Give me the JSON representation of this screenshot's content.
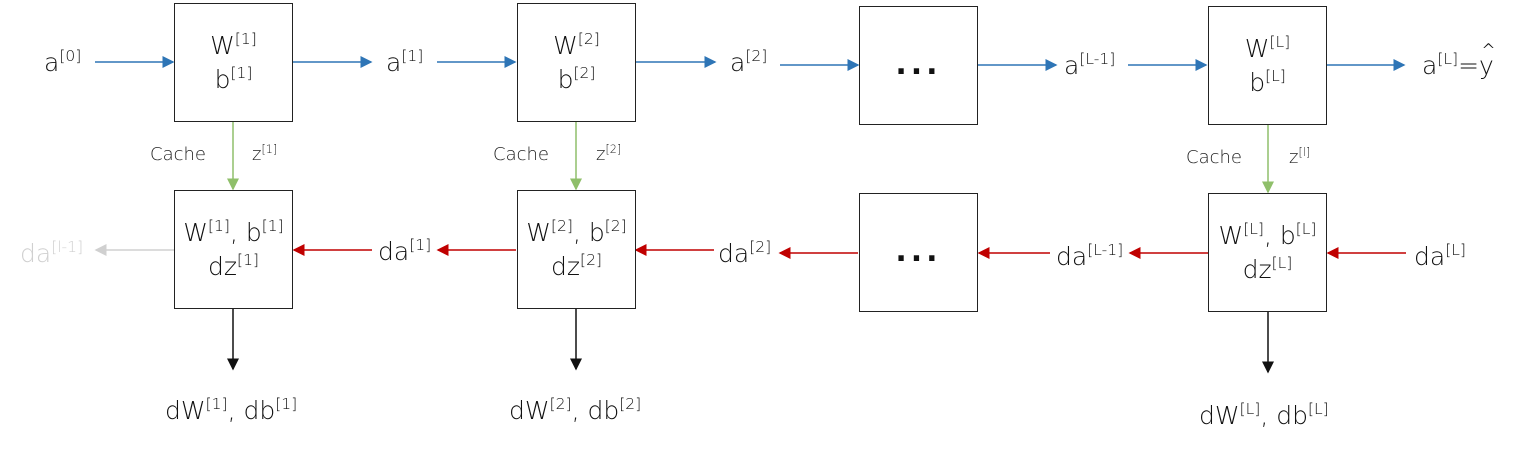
{
  "forward": {
    "inputs": {
      "a0": {
        "base": "a",
        "sup": "[0]"
      },
      "a1": {
        "base": "a",
        "sup": "[1]"
      },
      "a2": {
        "base": "a",
        "sup": "[2]"
      },
      "aLm1": {
        "base": "a",
        "sup": "[L-1]"
      },
      "aL": {
        "base": "a",
        "sup": "[L]",
        "suffix_eq": "=",
        "yhat": "y"
      }
    },
    "box1": {
      "w_base": "W",
      "w_sup": "[1]",
      "b_base": "b",
      "b_sup": "[1]"
    },
    "box2": {
      "w_base": "W",
      "w_sup": "[2]",
      "b_base": "b",
      "b_sup": "[2]"
    },
    "box_dots": "...",
    "boxL": {
      "w_base": "W",
      "w_sup": "[L]",
      "b_base": "b",
      "b_sup": "[L]"
    }
  },
  "cache": {
    "c1": {
      "label": "Cache",
      "z_base": "z",
      "z_sup": "[1]"
    },
    "c2": {
      "label": "Cache",
      "z_base": "z",
      "z_sup": "[2]"
    },
    "cL": {
      "label": "Cache",
      "z_base": "z",
      "z_sup": "[l]"
    }
  },
  "backward": {
    "box1": {
      "w_base": "W",
      "w_sup": "[1]",
      "sep": ", ",
      "b_base": "b",
      "b_sup": "[1]",
      "dz_base": "dz",
      "dz_sup": "[1]"
    },
    "box2": {
      "w_base": "W",
      "w_sup": "[2]",
      "sep": ", ",
      "b_base": "b",
      "b_sup": "[2]",
      "dz_base": "dz",
      "dz_sup": "[2]"
    },
    "box_dots": "...",
    "boxL": {
      "w_base": "W",
      "w_sup": "[L]",
      "sep": ", ",
      "b_base": "b",
      "b_sup": "[L]",
      "dz_base": "dz",
      "dz_sup": "[L]"
    },
    "inputs": {
      "da_l1": {
        "base": "da",
        "sup": "[l-1]"
      },
      "da1": {
        "base": "da",
        "sup": "[1]"
      },
      "da2": {
        "base": "da",
        "sup": "[2]"
      },
      "daLm1": {
        "base": "da",
        "sup": "[L-1]"
      },
      "daL": {
        "base": "da",
        "sup": "[L]"
      }
    },
    "outputs": {
      "g1": {
        "dw_base": "dW",
        "dw_sup": "[1]",
        "sep": ", ",
        "db_base": "db",
        "db_sup": "[1]"
      },
      "g2": {
        "dw_base": "dW",
        "dw_sup": "[2]",
        "sep": ", ",
        "db_base": "db",
        "db_sup": "[2]"
      },
      "gL": {
        "dw_base": "dW",
        "dw_sup": "[L]",
        "sep": ", ",
        "db_base": "db",
        "db_sup": "[L]"
      }
    }
  },
  "colors": {
    "forward_arrow": "#2e75b6",
    "cache_arrow": "#8fbf6a",
    "backward_arrow": "#c00000",
    "grad_arrow": "#111111",
    "faded": "#d0d0d0"
  }
}
